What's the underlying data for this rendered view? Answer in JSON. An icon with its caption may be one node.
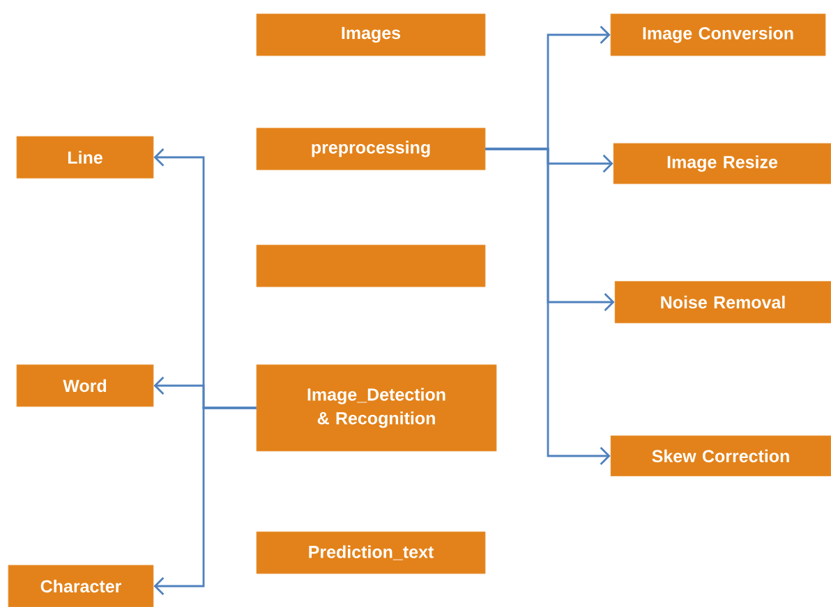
{
  "diagram": {
    "nodes": [
      {
        "text": [
          "Images"
        ]
      },
      {
        "text": [
          "preprocessing"
        ]
      },
      {
        "text": [],
        "shape": "box"
      },
      {
        "text": [
          "Image_Detection & Recognition"
        ]
      },
      {
        "text": [
          "Prediction_text"
        ]
      },
      {
        "text": [
          "Image Conversion"
        ]
      },
      {
        "text": [
          "Image Resize"
        ]
      },
      {
        "text": [
          "Noise Removal"
        ]
      },
      {
        "text": [
          "Skew Correction"
        ]
      },
      {
        "text": [
          "Line"
        ]
      },
      {
        "text": [
          "Word"
        ]
      },
      {
        "text": [
          "Character"
        ]
      }
    ],
    "edges": [
      {
        "from": 1,
        "to": 5,
        "arrow": "to"
      },
      {
        "from": 1,
        "to": 6,
        "arrow": "to"
      },
      {
        "from": 1,
        "to": 7,
        "arrow": "to"
      },
      {
        "from": 1,
        "to": 8,
        "arrow": "to"
      },
      {
        "from": 3,
        "to": 9,
        "arrow": "to"
      },
      {
        "from": 3,
        "to": 10,
        "arrow": "to"
      },
      {
        "from": 3,
        "to": 11,
        "arrow": "to"
      }
    ]
  }
}
